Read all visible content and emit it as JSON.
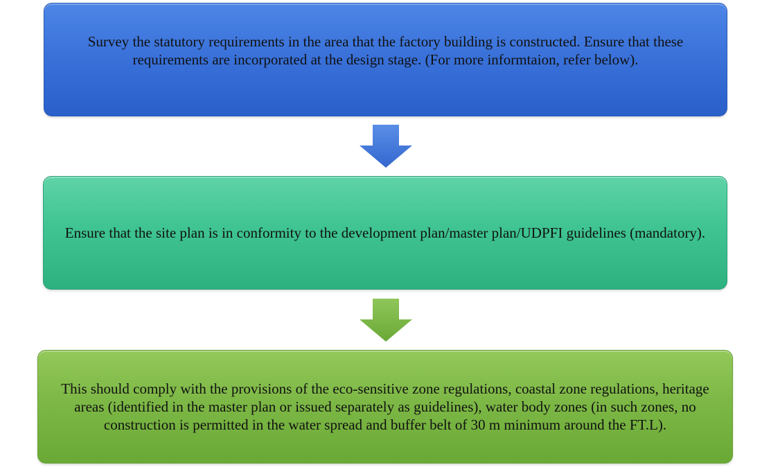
{
  "colors": {
    "step1_fill": "#3a72da",
    "step2_fill": "#3fc492",
    "step3_fill": "#7db846",
    "arrow1_fill": "#3a72da",
    "arrow2_fill": "#7db846"
  },
  "steps": [
    {
      "text": "Survey the statutory requirements in the area that the factory building is constructed. Ensure that these requirements are incorporated at the design stage. (For more informtaion, refer below)."
    },
    {
      "text": "Ensure that the site plan is in conformity to the development plan/master plan/UDPFI guidelines (mandatory)."
    },
    {
      "text": "This should comply with the provisions of the eco-sensitive zone regulations, coastal zone regulations, heritage areas (identified in the master plan or issued separately as guidelines), water body zones (in such zones, no construction is permitted in the water spread and buffer belt of 30 m minimum around the FT.L)."
    }
  ],
  "arrows": [
    {
      "icon": "arrow-down-icon"
    },
    {
      "icon": "arrow-down-icon"
    }
  ]
}
